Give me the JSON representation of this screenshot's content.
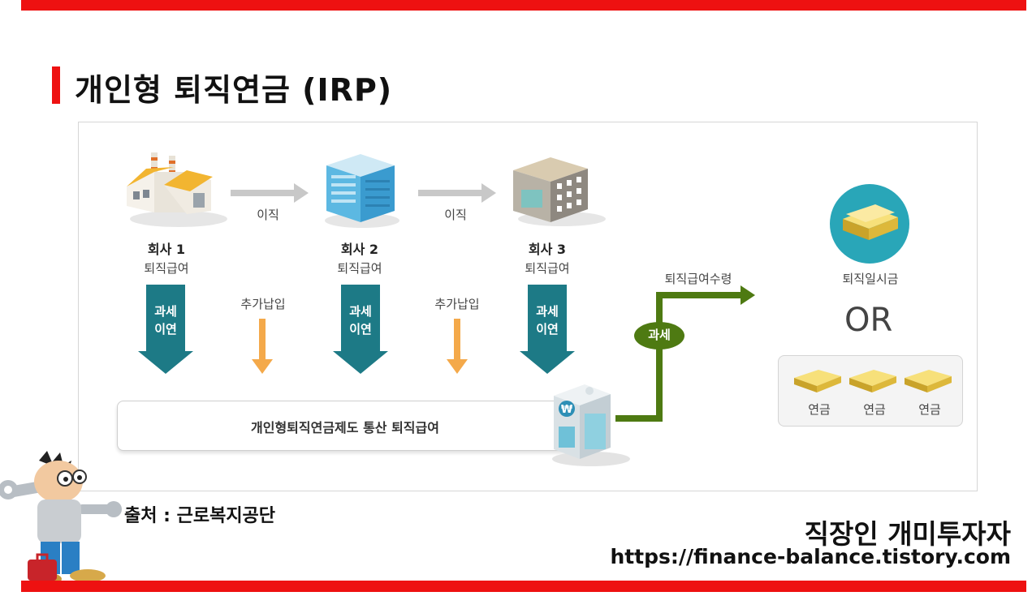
{
  "title": "개인형 퇴직연금 (IRP)",
  "colors": {
    "accent_red": "#ee1111",
    "teal": "#1d7a86",
    "orange": "#f4a94a",
    "green": "#4e7a12",
    "circle_teal": "#29a6b8"
  },
  "diagram": {
    "move_label_1": "이직",
    "move_label_2": "이직",
    "companies": [
      {
        "name": "회사 1",
        "sub": "퇴직급여",
        "icon": "factory-icon"
      },
      {
        "name": "회사 2",
        "sub": "퇴직급여",
        "icon": "office-building-icon"
      },
      {
        "name": "회사 3",
        "sub": "퇴직급여",
        "icon": "building-icon"
      }
    ],
    "deferral_label_line1": "과세",
    "deferral_label_line2": "이연",
    "extra_payment_1": "추가납입",
    "extra_payment_2": "추가납입",
    "irp_label": "개인형퇴직연금제도 통산 퇴직급여",
    "receipt_label": "퇴직급여수령",
    "tax_badge": "과세",
    "lump_sum": "퇴직일시금",
    "or_text": "OR",
    "annuities": [
      "연금",
      "연금",
      "연금"
    ]
  },
  "footer": {
    "source": "출처 : 근로복지공단",
    "brand": "직장인 개미투자자",
    "url": "https://finance-balance.tistory.com"
  }
}
